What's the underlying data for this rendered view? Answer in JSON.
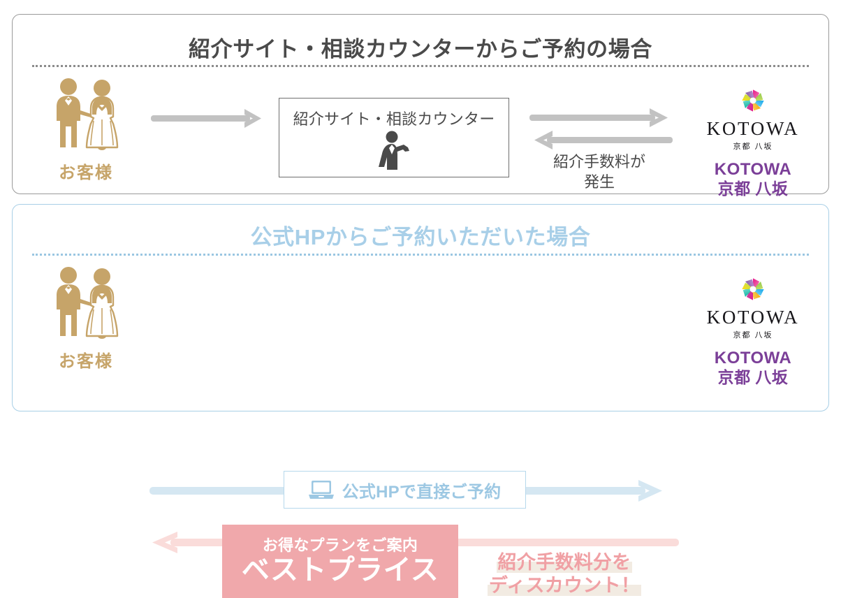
{
  "sections": {
    "referral": {
      "title": "紹介サイト・相談カウンターからご予約の場合",
      "customer": {
        "icon": "bride-groom-couple-icon",
        "label": "お客様"
      },
      "counter_box": {
        "label": "紹介サイト・相談カウンター",
        "icon": "presenter-person-icon"
      },
      "arrows": [
        {
          "name": "customer-to-counter-arrow",
          "direction": "right",
          "color": "#c2c2c2"
        },
        {
          "name": "counter-to-venue-arrow",
          "direction": "right",
          "color": "#c2c2c2"
        },
        {
          "name": "venue-to-counter-arrow",
          "direction": "left",
          "color": "#c2c2c2"
        }
      ],
      "fee_caption": {
        "line1": "紹介手数料が",
        "line2": "発生"
      },
      "brand": {
        "mark": "kotowa-pinwheel-logo-icon",
        "word": "KOTOWA",
        "sub": "京都 八坂",
        "alt_word": "KOTOWA",
        "alt_sub": "京都 八坂"
      }
    },
    "official": {
      "title": "公式HPからご予約いただいた場合",
      "customer": {
        "icon": "bride-groom-couple-icon",
        "label": "お客様"
      },
      "hp_box": {
        "icon": "laptop-icon",
        "label": "公式HPで直接ご予約"
      },
      "bestprice_box": {
        "sub": "お得なプランをご案内",
        "main": "ベストプライス"
      },
      "discount_caption": {
        "line1": "紹介手数料分を",
        "line2": "ディスカウント！"
      },
      "arrows": [
        {
          "name": "customer-to-venue-arrow",
          "direction": "right",
          "color": "#d5e7f2"
        },
        {
          "name": "venue-to-customer-arrow",
          "direction": "left",
          "color": "#fadcda"
        }
      ],
      "brand": {
        "mark": "kotowa-pinwheel-logo-icon",
        "word": "KOTOWA",
        "sub": "京都 八坂",
        "alt_word": "KOTOWA",
        "alt_sub": "京都 八坂"
      }
    }
  },
  "colors": {
    "gold": "#c6a469",
    "gray_arrow": "#c2c2c2",
    "light_blue": "#a8cfe8",
    "pink": "#f0a8ab",
    "purple": "#7b3f98",
    "cream_highlight": "#f2ebe2"
  }
}
